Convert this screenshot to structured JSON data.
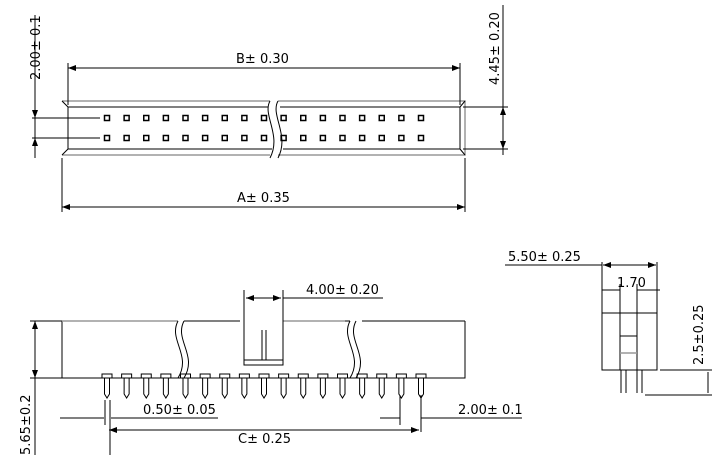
{
  "top_view": {
    "dim_pitch_rows": "2.00± 0.1",
    "dim_b": "B± 0.30",
    "dim_a": "A± 0.35",
    "dim_height": "4.45± 0.20",
    "pin_columns": 17,
    "pin_rows": 2
  },
  "front_view": {
    "dim_key": "4.00± 0.20",
    "dim_pin_width": "0.50± 0.05",
    "dim_pitch": "2.00± 0.1",
    "dim_c": "C± 0.25",
    "dim_height": "5.65±0.2",
    "pin_count": 17
  },
  "side_view": {
    "dim_width": "5.50± 0.25",
    "dim_inner": "1.70",
    "dim_pin_height": "2.5±0.25"
  }
}
